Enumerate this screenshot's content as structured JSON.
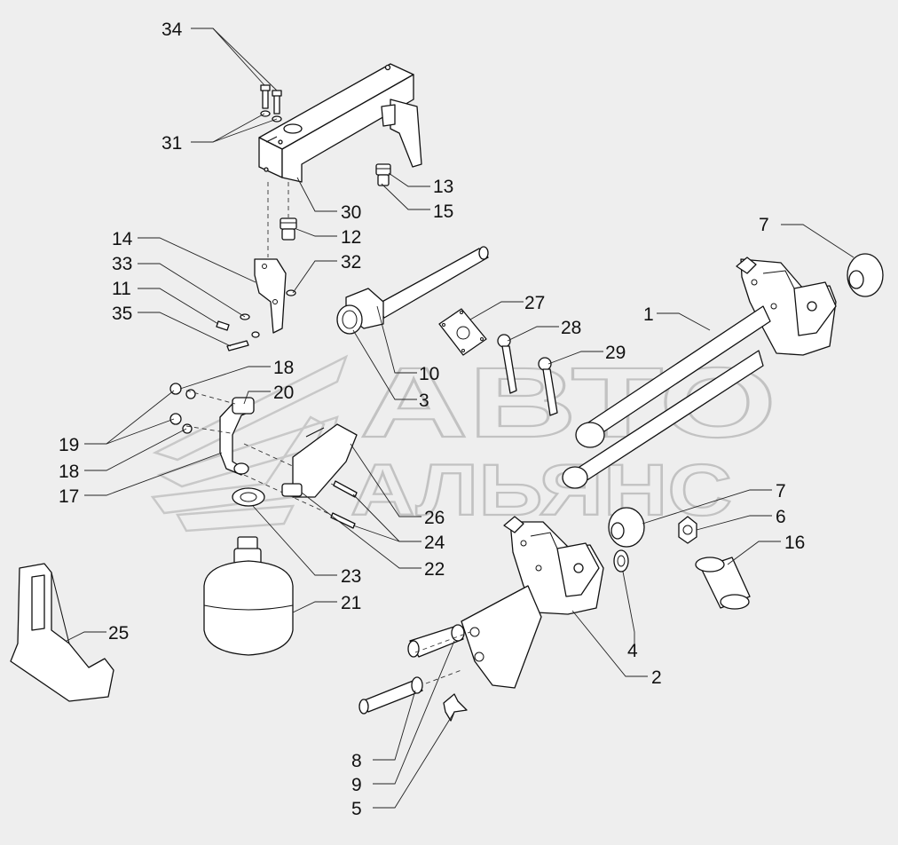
{
  "watermark": {
    "line1": "АВТО",
    "line2": "АЛЬЯНС"
  },
  "callouts": [
    {
      "id": "c34",
      "label": "34"
    },
    {
      "id": "c31",
      "label": "31"
    },
    {
      "id": "c13",
      "label": "13"
    },
    {
      "id": "c30",
      "label": "30"
    },
    {
      "id": "c15",
      "label": "15"
    },
    {
      "id": "c12",
      "label": "12"
    },
    {
      "id": "c14",
      "label": "14"
    },
    {
      "id": "c33",
      "label": "33"
    },
    {
      "id": "c32",
      "label": "32"
    },
    {
      "id": "c11",
      "label": "11"
    },
    {
      "id": "c35",
      "label": "35"
    },
    {
      "id": "c27",
      "label": "27"
    },
    {
      "id": "c28",
      "label": "28"
    },
    {
      "id": "c29",
      "label": "29"
    },
    {
      "id": "c10",
      "label": "10"
    },
    {
      "id": "c3",
      "label": "3"
    },
    {
      "id": "c7a",
      "label": "7"
    },
    {
      "id": "c1",
      "label": "1"
    },
    {
      "id": "c18a",
      "label": "18"
    },
    {
      "id": "c20",
      "label": "20"
    },
    {
      "id": "c19",
      "label": "19"
    },
    {
      "id": "c18b",
      "label": "18"
    },
    {
      "id": "c17",
      "label": "17"
    },
    {
      "id": "c26",
      "label": "26"
    },
    {
      "id": "c24",
      "label": "24"
    },
    {
      "id": "c22",
      "label": "22"
    },
    {
      "id": "c23",
      "label": "23"
    },
    {
      "id": "c21",
      "label": "21"
    },
    {
      "id": "c25",
      "label": "25"
    },
    {
      "id": "c7b",
      "label": "7"
    },
    {
      "id": "c6",
      "label": "6"
    },
    {
      "id": "c16",
      "label": "16"
    },
    {
      "id": "c4",
      "label": "4"
    },
    {
      "id": "c2",
      "label": "2"
    },
    {
      "id": "c8",
      "label": "8"
    },
    {
      "id": "c9",
      "label": "9"
    },
    {
      "id": "c5",
      "label": "5"
    }
  ]
}
